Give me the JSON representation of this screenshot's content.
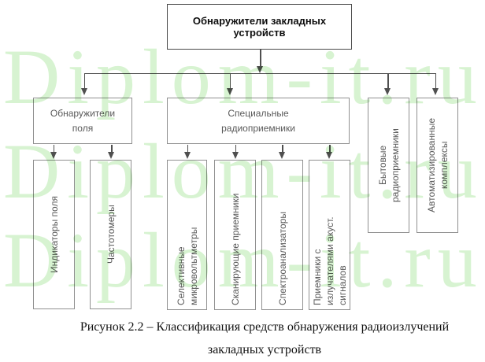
{
  "watermark": {
    "text": "Diplom-it.ru"
  },
  "diagram": {
    "root": "Обнаружители закладных устройств",
    "field_detectors": "Обнаружители\nполя",
    "special_receivers": "Специальные\nрадиоприемники",
    "household_receivers": "Бытовые\nрадиоприемники",
    "automated_complexes": "Автоматизированные\nкомплексы",
    "field_indicators": "Индикаторы поля",
    "frequency_meters": "Частотомеры",
    "selective_microvoltmeters": "Селективные\nмикровольтметры",
    "scanning_receivers": "Сканирующие приемники",
    "spectrum_analyzers": "Спектроанализаторы",
    "acoustic_emitter_receivers": "Приемники с\nизлучателями акуст.\nсигналов"
  },
  "caption": {
    "line1": "Рисунок 2.2 – Классификация средств обнаружения радиоизлучений",
    "line2": "закладных устройств"
  },
  "colors": {
    "watermark": "#d7f3d1",
    "connector": "#4f4f4f",
    "box_border": "#909090",
    "box_text": "#595959"
  }
}
